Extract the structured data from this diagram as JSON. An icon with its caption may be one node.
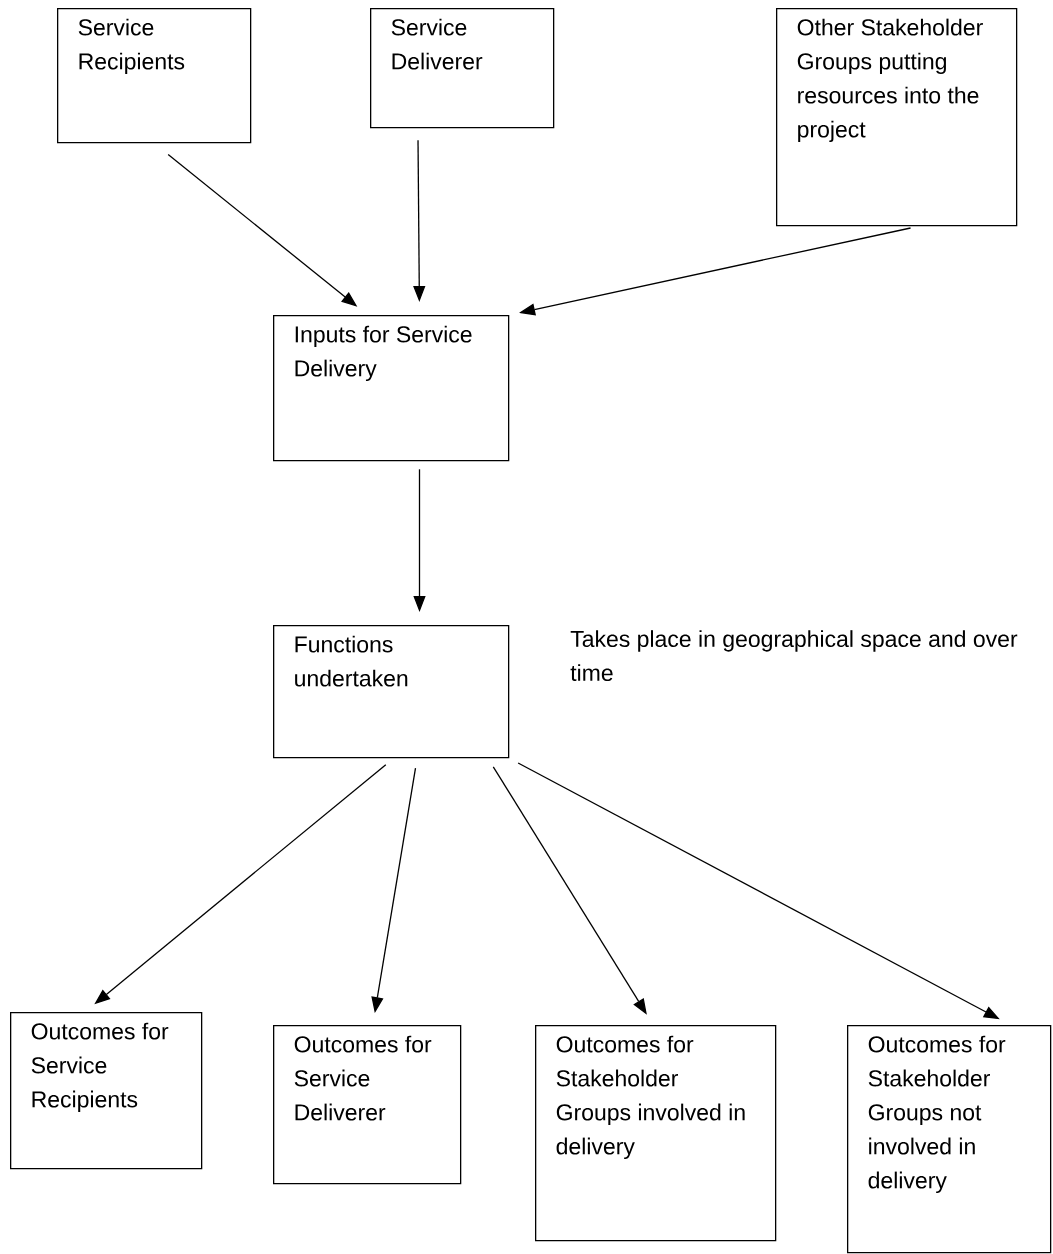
{
  "diagram": {
    "nodes": [
      {
        "text": [
          "Service Recipients"
        ]
      },
      {
        "text": [
          "Service Deliverer"
        ]
      },
      {
        "text": [
          "Other Stakeholder Groups putting resources into the project"
        ]
      },
      {
        "text": [
          "Inputs for Service Delivery"
        ]
      },
      {
        "text": [
          "Functions undertaken"
        ],
        "beside": [
          "Takes place in geographical space and over time"
        ]
      },
      {
        "text": [
          "Outcomes for Service Recipients"
        ]
      },
      {
        "text": [
          "Outcomes for Service Deliverer"
        ]
      },
      {
        "text": [
          "Outcomes for Stakeholder Groups involved in delivery"
        ]
      },
      {
        "text": [
          "Outcomes for Stakeholder Groups not involved in delivery"
        ]
      }
    ],
    "edges": [
      {
        "from": 0,
        "to": 3,
        "arrow": "to"
      },
      {
        "from": 1,
        "to": 3,
        "arrow": "to"
      },
      {
        "from": 2,
        "to": 3,
        "arrow": "to"
      },
      {
        "from": 3,
        "to": 4,
        "arrow": "to"
      },
      {
        "from": 4,
        "to": 5,
        "arrow": "to"
      },
      {
        "from": 4,
        "to": 6,
        "arrow": "to"
      },
      {
        "from": 4,
        "to": 7,
        "arrow": "to"
      },
      {
        "from": 4,
        "to": 8,
        "arrow": "to"
      }
    ]
  }
}
